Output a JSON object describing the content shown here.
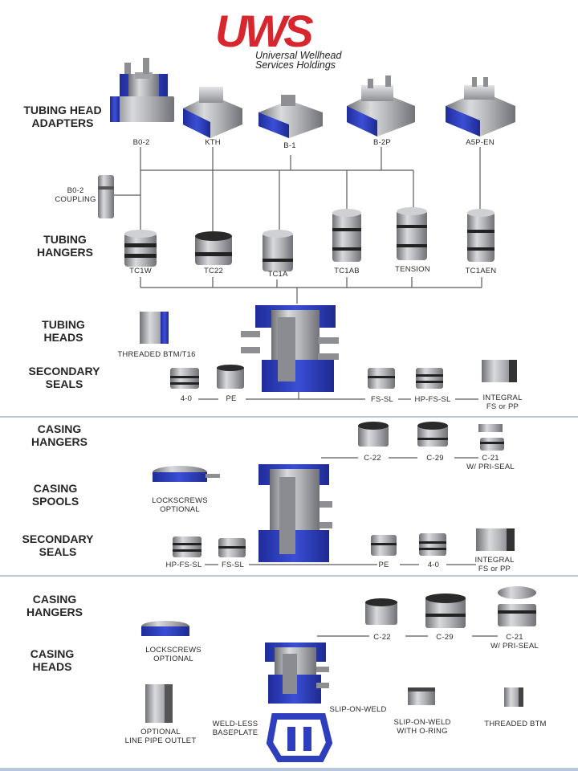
{
  "logo": {
    "mark": "UWS",
    "line1": "Universal Wellhead",
    "line2": "Services Holdings"
  },
  "colors": {
    "brand_red": "#d8262f",
    "part_blue": "#2d3fbd",
    "steel": "#a6a8ad",
    "divider": "#b9c6db"
  },
  "sections": {
    "tubing_head_adapters": "TUBING HEAD\nADAPTERS",
    "tubing_hangers": "TUBING\nHANGERS",
    "tubing_heads": "TUBING\nHEADS",
    "secondary_seals_1": "SECONDARY\nSEALS",
    "casing_hangers_1": "CASING\nHANGERS",
    "casing_spools": "CASING\nSPOOLS",
    "secondary_seals_2": "SECONDARY\nSEALS",
    "casing_hangers_2": "CASING\nHANGERS",
    "casing_heads": "CASING\nHEADS"
  },
  "parts": {
    "b0_2": "B0-2",
    "kth": "KTH",
    "b_1": "B-1",
    "b_2p": "B-2P",
    "a5p_en": "A5P-EN",
    "b0_2_coupling": "B0-2\nCOUPLING",
    "tc1w": "TC1W",
    "tc22": "TC22",
    "tc1a": "TC1A",
    "tc1ab": "TC1AB",
    "tension": "TENSION",
    "tc1aen": "TC1AEN",
    "threaded_btm_t16": "THREADED BTM/T16",
    "seal_4_0_a": "4-0",
    "seal_pe_a": "PE",
    "fs_sl_a": "FS-SL",
    "hp_fs_sl_a": "HP-FS-SL",
    "integral_a": "INTEGRAL\nFS or PP",
    "c22_a": "C-22",
    "c29_a": "C-29",
    "c21_a": "C-21\nW/ PRI-SEAL",
    "lockscrews_a": "LOCKSCREWS\nOPTIONAL",
    "hp_fs_sl_b": "HP-FS-SL",
    "fs_sl_b": "FS-SL",
    "seal_pe_b": "PE",
    "seal_4_0_b": "4-0",
    "integral_b": "INTEGRAL\nFS or PP",
    "c22_b": "C-22",
    "c29_b": "C-29",
    "c21_b": "C-21\nW/ PRI-SEAL",
    "lockscrews_b": "LOCKSCREWS\nOPTIONAL",
    "optional_outlet": "OPTIONAL\nLINE PIPE OUTLET",
    "weldless_baseplate": "WELD-LESS\nBASEPLATE",
    "slip_on_weld": "SLIP-ON-WELD",
    "slip_on_weld_oring": "SLIP-ON-WELD\nWITH O-RING",
    "threaded_btm": "THREADED BTM"
  }
}
